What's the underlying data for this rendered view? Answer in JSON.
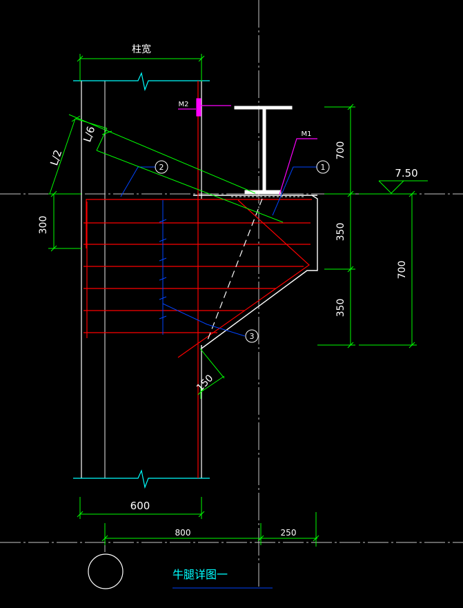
{
  "drawing": {
    "title": "牛腿详图一",
    "column_width_label": "柱宽",
    "dim_column_width": "600",
    "dim_axis_left": "800",
    "dim_axis_right": "250",
    "dim_right_top": "700",
    "dim_right_mid": "350",
    "dim_right_low": "350",
    "dim_right_total": "700",
    "dim_left_300": "300",
    "dim_bottom_150": "150",
    "label_L2": "L/2",
    "label_L6": "L/6",
    "elevation": "7.50",
    "plate_m1": "M1",
    "plate_m2": "M2",
    "callouts": [
      "1",
      "2",
      "3"
    ]
  },
  "colors": {
    "background": "#000000",
    "dimension": "#00ff00",
    "rebar": "#ff0000",
    "column": "#ffffff",
    "plate": "#ff00ff",
    "leader": "#0044ff",
    "break": "#00ffff",
    "axis": "#c8c8c8"
  }
}
